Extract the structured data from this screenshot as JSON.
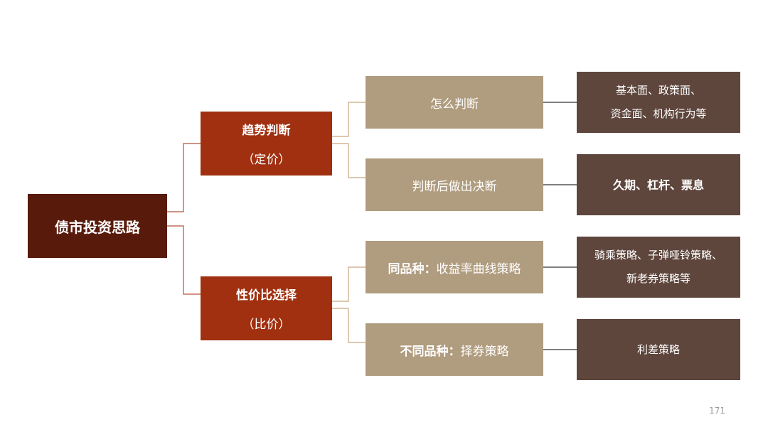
{
  "root": {
    "label": "债市投资思路"
  },
  "branches": [
    {
      "title": "趋势判断",
      "subtitle": "（定价）",
      "children": [
        {
          "label": "怎么判断",
          "detail_lines": [
            "基本面、政策面、",
            "资金面、机构行为等"
          ],
          "detail_bold": false
        },
        {
          "label": "判断后做出决断",
          "detail_lines": [
            "久期、杠杆、票息"
          ],
          "detail_bold": true
        }
      ]
    },
    {
      "title": "性价比选择",
      "subtitle": "（比价）",
      "children": [
        {
          "label_bold": "同品种：",
          "label": "收益率曲线策略",
          "detail_lines": [
            "骑乘策略、子弹哑铃策略、",
            "新老券策略等"
          ],
          "detail_bold": false
        },
        {
          "label_bold": "不同品种：",
          "label": "择券策略",
          "detail_lines": [
            "利差策略"
          ],
          "detail_bold": false
        }
      ]
    }
  ],
  "page_number": "171",
  "colors": {
    "root": "#581b0b",
    "level1": "#a0300f",
    "level2": "#b09c7e",
    "level3": "#5e463d",
    "connector_left": "#b0553a",
    "connector_mid": "#c9a77f",
    "connector_right": "#333333"
  }
}
